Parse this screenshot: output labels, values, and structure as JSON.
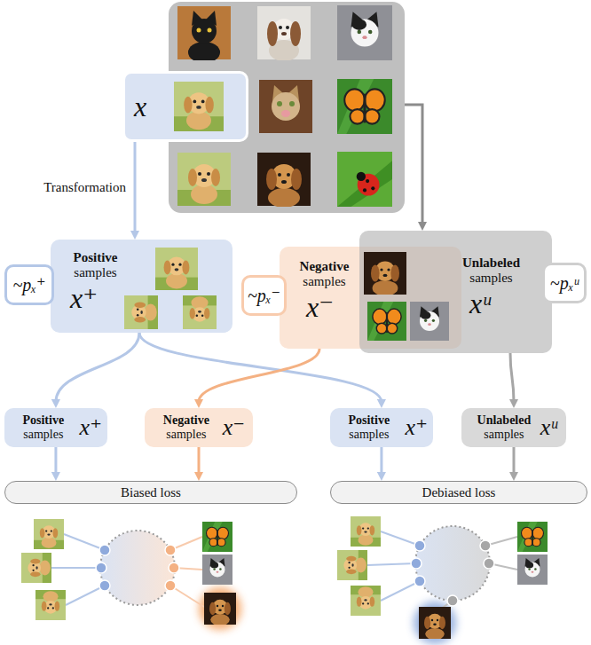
{
  "diagram": {
    "nodes": [
      {
        "text": []
      },
      {
        "text": [
          "x"
        ],
        "in": 0
      },
      {
        "text": [
          "Positive samples",
          "x⁺"
        ]
      },
      {
        "text": [
          "~pₓ⁺"
        ]
      },
      {
        "text": [
          "Negative samples",
          "x⁻"
        ]
      },
      {
        "text": [
          "~pₓ⁻"
        ]
      },
      {
        "text": [
          "Unlabeled samples",
          "xᵘ"
        ]
      },
      {
        "text": [
          "~pₓᵘ"
        ]
      },
      {
        "text": [
          "Positive samples",
          "x⁺"
        ]
      },
      {
        "text": [
          "Negative samples",
          "x⁻"
        ]
      },
      {
        "text": [
          "Positive samples",
          "x⁺"
        ]
      },
      {
        "text": [
          "Unlabeled samples",
          "xᵘ"
        ]
      },
      {
        "text": [
          "Biased loss"
        ]
      },
      {
        "text": [
          "Debiased loss"
        ]
      }
    ],
    "edges": [
      {
        "from": 1,
        "to": 2,
        "label": "Transformation",
        "arrow": "to"
      },
      {
        "from": 0,
        "to": 6,
        "arrow": "to"
      },
      {
        "from": 2,
        "to": 8,
        "arrow": "to"
      },
      {
        "from": 2,
        "to": 10,
        "arrow": "to"
      },
      {
        "from": 4,
        "to": 9,
        "arrow": "to"
      },
      {
        "from": 6,
        "to": 11,
        "arrow": "to"
      },
      {
        "from": 8,
        "to": 12,
        "arrow": "to"
      },
      {
        "from": 9,
        "to": 12,
        "arrow": "to"
      },
      {
        "from": 10,
        "to": 13,
        "arrow": "to"
      },
      {
        "from": 11,
        "to": 13,
        "arrow": "to"
      }
    ]
  }
}
